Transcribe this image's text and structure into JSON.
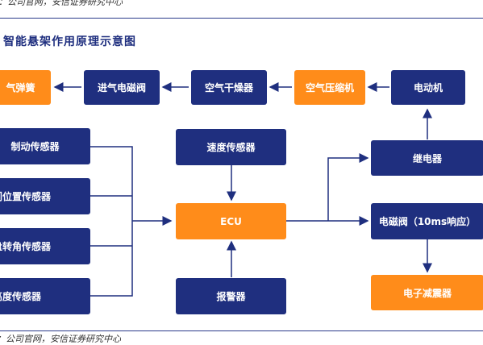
{
  "header": {
    "source_top": "：公司官网，安信证券研究中心"
  },
  "diagram": {
    "title": "智能悬架作用原理示意图",
    "nodes": {
      "air_spring": "气弹簧",
      "intake_valve": "进气电磁阀",
      "air_dryer": "空气干燥器",
      "air_compressor": "空气压缩机",
      "motor": "电动机",
      "brake_sensor": "制动传感器",
      "throttle_sensor": "节气门位置传感器",
      "steering_sensor": "方向盘转角传感器",
      "height_sensor": "车身高度传感器",
      "speed_sensor": "速度传感器",
      "ecu": "ECU",
      "alarm": "报警器",
      "relay": "继电器",
      "solenoid_valve": "电磁阀（10ms响应）",
      "damper": "电子减震器"
    }
  },
  "footer": {
    "source_bottom": "：公司官网，安信证券研究中心"
  },
  "colors": {
    "blue": "#1f2f7f",
    "orange": "#ff8c1a"
  }
}
